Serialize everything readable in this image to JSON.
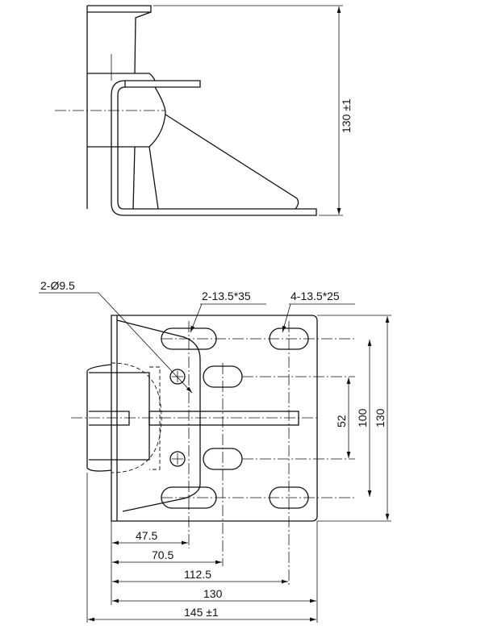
{
  "drawing": {
    "side_view": {
      "height_dim": "130 ±1"
    },
    "plan_view": {
      "callouts": {
        "holes": "2-Ø9.5",
        "long_slots": "2-13.5*35",
        "short_slots": "4-13.5*25"
      },
      "vertical_dims": [
        "52",
        "100",
        "130"
      ],
      "horizontal_dims": [
        "47.5",
        "70.5",
        "112.5",
        "130",
        "145 ±1"
      ]
    }
  }
}
